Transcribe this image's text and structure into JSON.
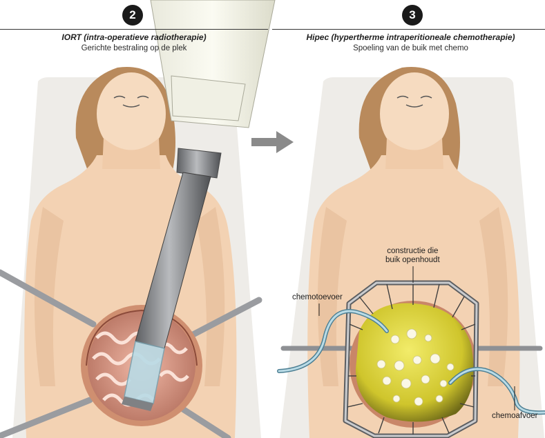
{
  "panels": [
    {
      "step": "2",
      "title": "IORT (intra-operatieve radiotherapie)",
      "subtitle": "Gerichte bestraling op de plek"
    },
    {
      "step": "3",
      "title": "Hipec (hypertherme intraperitioneale chemotherapie)",
      "subtitle": "Spoeling van de buik met chemo"
    }
  ],
  "labels": {
    "frame": "constructie die\nbuik openhoudt",
    "inflow": "chemotoevoer",
    "outflow": "chemoafvoer"
  },
  "colors": {
    "skin": "#f3d2b3",
    "hair": "#b98a5c",
    "table": "#eeece8",
    "organ_pink": "#e8a695",
    "chemo_yellow": "#d8d13a",
    "metal": "#8b8d90",
    "tube_blue": "#b9dbe6",
    "arrow": "#8a8a8a"
  },
  "icons": [
    "arrow-right-icon"
  ]
}
